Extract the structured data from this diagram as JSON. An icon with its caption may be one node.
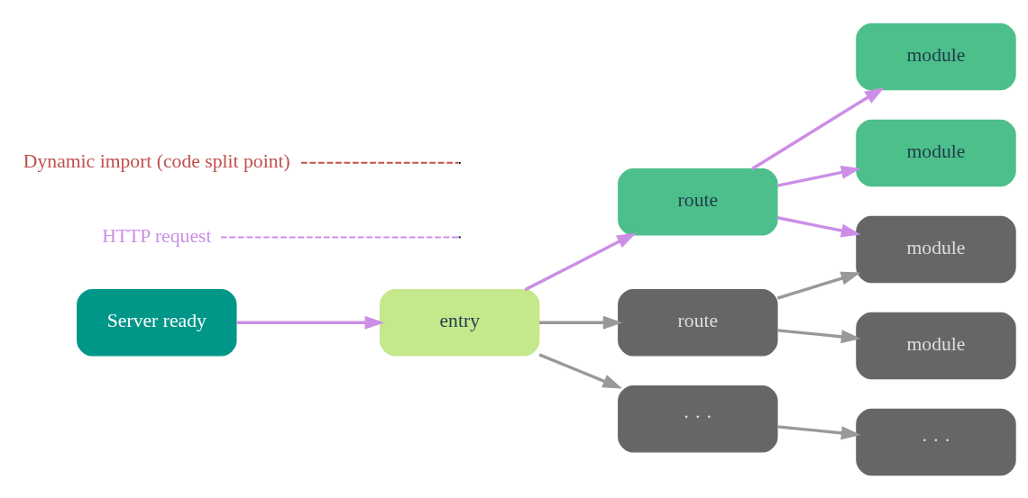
{
  "diagram": {
    "nodes": [
      {
        "text": [
          "Server ready"
        ]
      },
      {
        "text": [
          "entry"
        ]
      },
      {
        "text": [
          "route"
        ]
      },
      {
        "text": [
          "route"
        ]
      },
      {
        "text": [
          "· · ·"
        ]
      },
      {
        "text": [
          "module"
        ]
      },
      {
        "text": [
          "module"
        ]
      },
      {
        "text": [
          "module"
        ]
      },
      {
        "text": [
          "module"
        ]
      },
      {
        "text": [
          "· · ·"
        ]
      },
      {
        "text": [
          "HTTP request"
        ]
      },
      {
        "text": [
          "Dynamic import (code split point)"
        ]
      }
    ],
    "edges": [
      {
        "from": 0,
        "to": 1,
        "arrow": "to",
        "color": "#cc8ee6"
      },
      {
        "from": 1,
        "to": 2,
        "arrow": "to",
        "color": "#cc8ee6"
      },
      {
        "from": 1,
        "to": 3,
        "arrow": "to",
        "color": "#999999"
      },
      {
        "from": 1,
        "to": 4,
        "arrow": "to",
        "color": "#999999"
      },
      {
        "from": 2,
        "to": 5,
        "arrow": "to",
        "color": "#cc8ee6"
      },
      {
        "from": 2,
        "to": 6,
        "arrow": "to",
        "color": "#cc8ee6"
      },
      {
        "from": 2,
        "to": 7,
        "arrow": "to",
        "color": "#cc8ee6"
      },
      {
        "from": 3,
        "to": 7,
        "arrow": "to",
        "color": "#999999"
      },
      {
        "from": 3,
        "to": 8,
        "arrow": "to",
        "color": "#999999"
      },
      {
        "from": 4,
        "to": 9,
        "arrow": "to",
        "color": "#999999"
      },
      {
        "from": 10,
        "to": null,
        "arrow": "none",
        "style": "dashed",
        "color": "#cc8ee6"
      },
      {
        "from": 11,
        "to": null,
        "arrow": "none",
        "style": "dashed",
        "color": "#c0504d"
      }
    ]
  }
}
